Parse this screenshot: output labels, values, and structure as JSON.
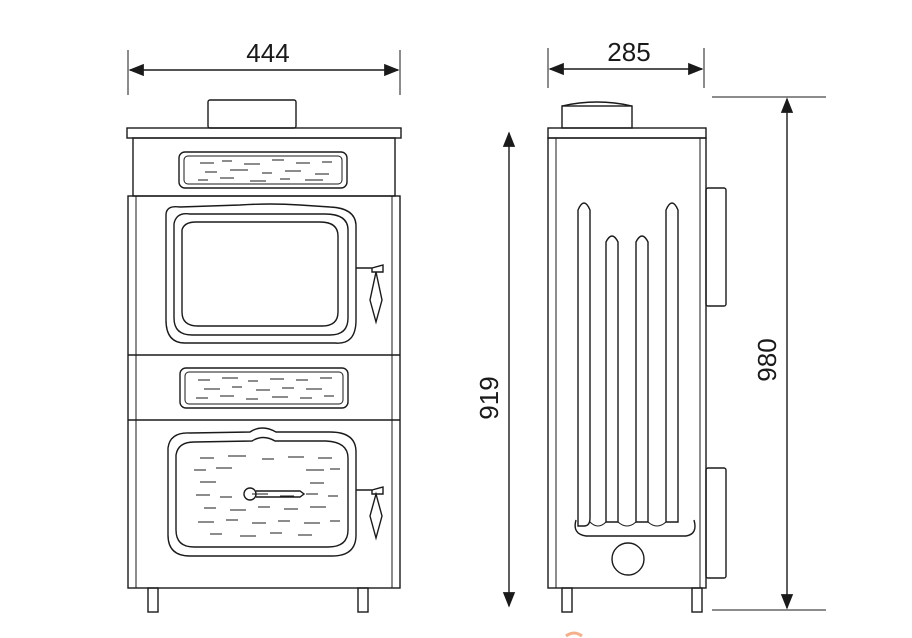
{
  "dimensions": {
    "front_width": "444",
    "side_depth": "285",
    "body_height": "919",
    "total_height": "980"
  },
  "colors": {
    "line": "#1a1a1a",
    "background": "#ffffff",
    "accent_mark": "#f5b08a"
  }
}
